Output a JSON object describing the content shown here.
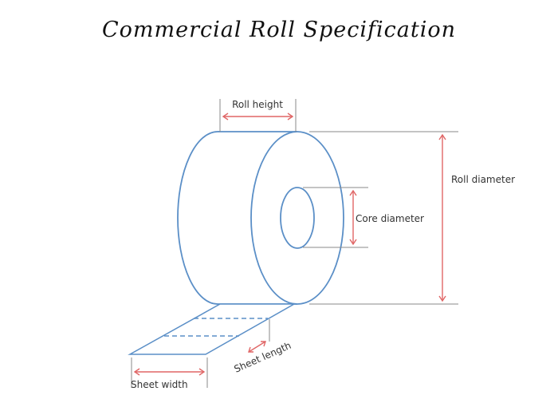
{
  "title": "Commercial Roll Specification",
  "labels": {
    "roll_height": "Roll height",
    "roll_diameter": "Roll diameter",
    "core_diameter": "Core diameter",
    "sheet_length": "Sheet length",
    "sheet_width": "Sheet width"
  },
  "colors": {
    "outline": "#5b8fc7",
    "dimension": "#e06666",
    "extension": "#888888",
    "text": "#333333"
  }
}
